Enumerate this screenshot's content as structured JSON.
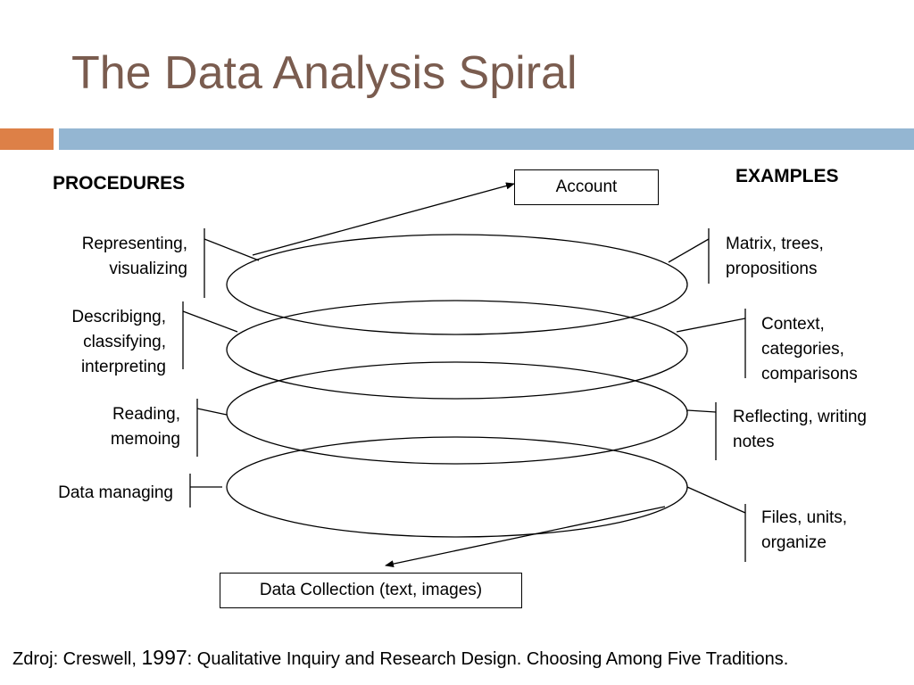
{
  "title": "The Data Analysis Spiral",
  "headings": {
    "procedures": "PROCEDURES",
    "examples": "EXAMPLES"
  },
  "boxes": {
    "top": "Account",
    "bottom": "Data Collection (text, images)"
  },
  "procedures": [
    {
      "line1": "Representing,",
      "line2": "visualizing"
    },
    {
      "line1": "Describigng,",
      "line2": "classifying,",
      "line3": "interpreting"
    },
    {
      "line1": "Reading,",
      "line2": "memoing"
    },
    {
      "line1": "Data managing"
    }
  ],
  "examples": [
    {
      "line1": "Matrix, trees,",
      "line2": "propositions"
    },
    {
      "line1": "Context,",
      "line2": "categories,",
      "line3": "comparisons"
    },
    {
      "line1": "Reflecting, writing",
      "line2": "notes"
    },
    {
      "line1": "Files, units,",
      "line2": "organize"
    }
  ],
  "source": {
    "prefix": "Zdroj: Creswell, ",
    "year": "1997",
    "suffix": ": Qualitative Inquiry and Research Design. Choosing Among Five Traditions."
  },
  "colors": {
    "title": "#7a5c4f",
    "accent_bar": "#dd8047",
    "main_bar": "#94b6d2"
  }
}
